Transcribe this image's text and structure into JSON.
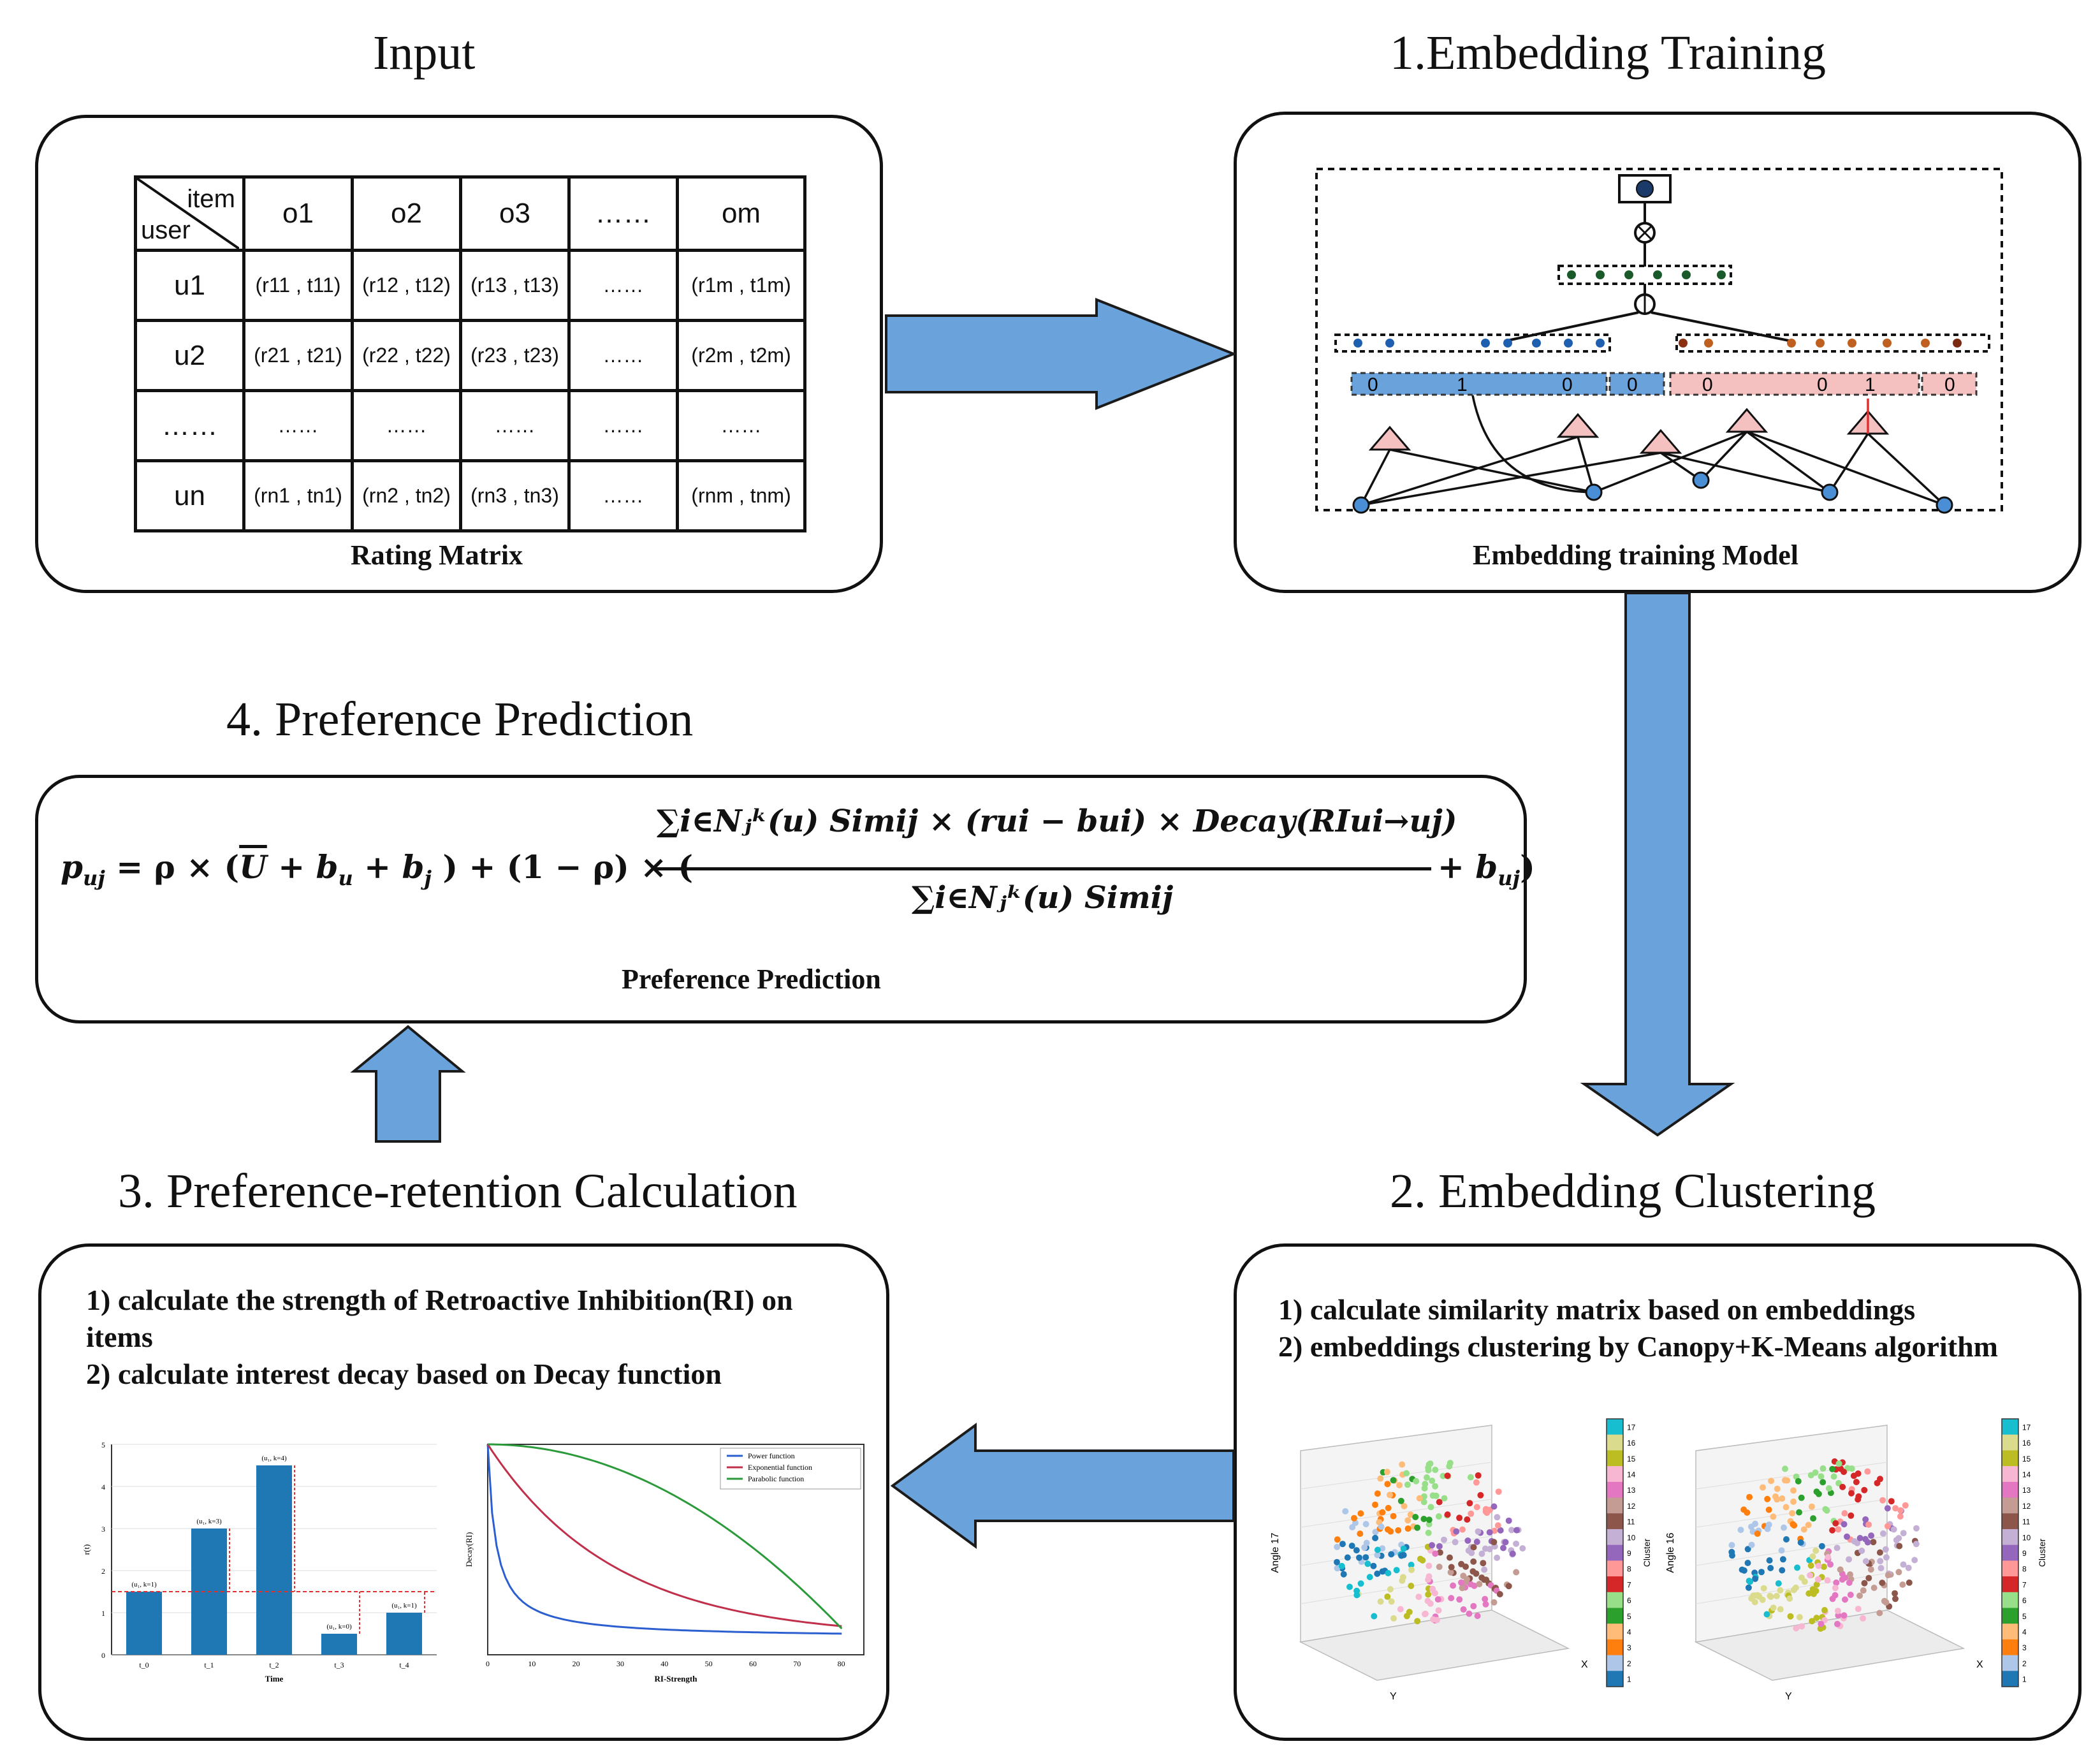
{
  "titles": {
    "input": "Input",
    "embedding_training": "1.Embedding Training",
    "preference_prediction": "4. Preference Prediction",
    "preference_retention": "3. Preference-retention Calculation",
    "embedding_clustering": "2. Embedding Clustering"
  },
  "captions": {
    "rating_matrix": "Rating Matrix",
    "embedding_model": "Embedding training Model",
    "preference_prediction": "Preference Prediction"
  },
  "matrix": {
    "corner_item": "item",
    "corner_user": "user",
    "columns": [
      "o1",
      "o2",
      "o3",
      "……",
      "om"
    ],
    "rows": [
      {
        "user": "u1",
        "cells": [
          "(r11 , t11)",
          "(r12 , t12)",
          "(r13 , t13)",
          "……",
          "(r1m , t1m)"
        ]
      },
      {
        "user": "u2",
        "cells": [
          "(r21 , t21)",
          "(r22 , t22)",
          "(r23 , t23)",
          "……",
          "(r2m , t2m)"
        ]
      },
      {
        "user": "……",
        "cells": [
          "……",
          "……",
          "……",
          "……",
          "……"
        ]
      },
      {
        "user": "un",
        "cells": [
          "(rn1 , tn1)",
          "(rn2 , tn2)",
          "(rn3 , tn3)",
          "……",
          "(rnm , tnm)"
        ]
      }
    ]
  },
  "formula": {
    "lhs": "p",
    "lhs_sub": "uj",
    "part1": "= ρ × (",
    "ubar": "U",
    "part2": "+ b",
    "bu_sub": "u",
    "part3": "+ b",
    "bj_sub": "j",
    "part4": ") + (1 − ρ) × (",
    "numerator": "∑i∈Nⱼᵏ(u) Simij × (rui − bui) × Decay(RIui→uj)",
    "denominator": "∑i∈Nⱼᵏ(u) Simij",
    "part5": "+ b",
    "buj_sub": "uj",
    "part6": ")"
  },
  "retention_steps": [
    "1) calculate the strength of Retroactive Inhibition(RI) on",
    "items",
    "2) calculate interest decay based on Decay function"
  ],
  "clustering_steps": [
    "1) calculate similarity matrix based on embeddings",
    "2) embeddings clustering by Canopy+K-Means algorithm"
  ],
  "model_labels": {
    "zero": "0",
    "one": "1"
  },
  "bar_chart": {
    "ylabel": "r(t)",
    "xlabel": "Time",
    "categories": [
      "t_0",
      "t_1",
      "t_2",
      "t_3",
      "t_4"
    ],
    "values": [
      1.5,
      3.0,
      4.5,
      0.5,
      1.0
    ],
    "labels": [
      "(u₁, k=1)",
      "(u₁, k=3)",
      "(u₁, k=4)",
      "(u₁, k=0)",
      "(u₁, k=1)"
    ],
    "ylim": [
      0,
      5
    ],
    "yticks": [
      "0",
      "1",
      "2",
      "3",
      "4",
      "5"
    ],
    "bar_color": "#1f77b4",
    "ref_color": "#e03030"
  },
  "decay_chart": {
    "ylabel": "Decay(RI)",
    "xlabel": "RI-Strength",
    "xticks": [
      "0",
      "10",
      "20",
      "30",
      "40",
      "50",
      "60",
      "70",
      "80"
    ],
    "series": [
      {
        "name": "Power function",
        "color": "#2b5fd0"
      },
      {
        "name": "Exponential function",
        "color": "#c0304a"
      },
      {
        "name": "Parabolic function",
        "color": "#2a9a3a"
      }
    ]
  },
  "cluster_plots": [
    {
      "zlabel": "Angle 17",
      "ylabel": "Y",
      "xlabel": "X",
      "colorbar_label": "Cluster"
    },
    {
      "zlabel": "Angle 16",
      "ylabel": "Y",
      "xlabel": "X",
      "colorbar_label": "Cluster"
    }
  ],
  "colorbar_ticks": [
    "17",
    "16",
    "15",
    "14",
    "13",
    "12",
    "11",
    "10",
    "9",
    "8",
    "7",
    "6",
    "5",
    "4",
    "3",
    "2",
    "1"
  ],
  "colors": {
    "arrow_fill": "#6aa3dc",
    "arrow_stroke": "#1b1b1b",
    "blue_node": "#4a8fd6",
    "pink_node": "#f0a8a8"
  }
}
